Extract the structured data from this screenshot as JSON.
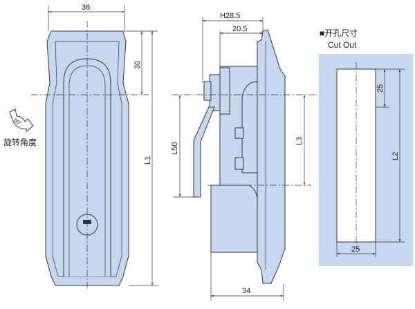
{
  "front_view": {
    "width_dim": "36",
    "top_dim": "30",
    "length_dim": "L1",
    "rotation_angle": "90°",
    "rotation_label": "旋转角度"
  },
  "side_view": {
    "height_dim": "H28.5",
    "depth_dim": "20.5",
    "handle_dim": "L50",
    "cam_dim": "L3",
    "base_dim": "34"
  },
  "cutout": {
    "title": "■开孔尺寸",
    "subtitle": "Cut Out",
    "top_dim": "25",
    "length_dim": "L2",
    "width_dim": "25"
  },
  "colors": {
    "part_fill": "#c5d8ef",
    "panel_fill": "#c5d8ef"
  }
}
